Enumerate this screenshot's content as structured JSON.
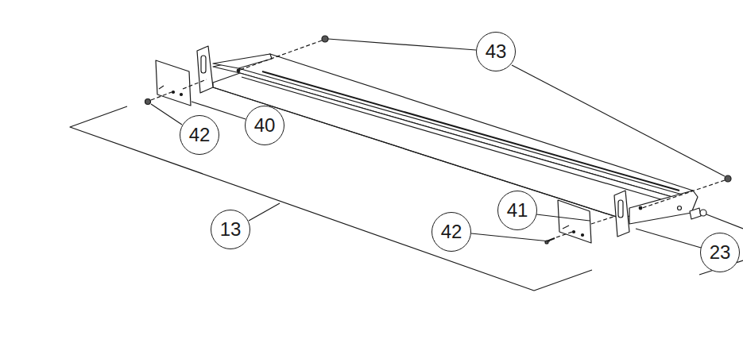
{
  "diagram": {
    "nodes": [
      {
        "text": [
          "43"
        ]
      },
      {
        "text": [
          "40"
        ]
      },
      {
        "text": [
          "42"
        ]
      },
      {
        "text": [
          "41"
        ]
      },
      {
        "text": [
          "13"
        ]
      },
      {
        "text": [
          "42"
        ]
      },
      {
        "text": [
          "23"
        ]
      }
    ]
  }
}
